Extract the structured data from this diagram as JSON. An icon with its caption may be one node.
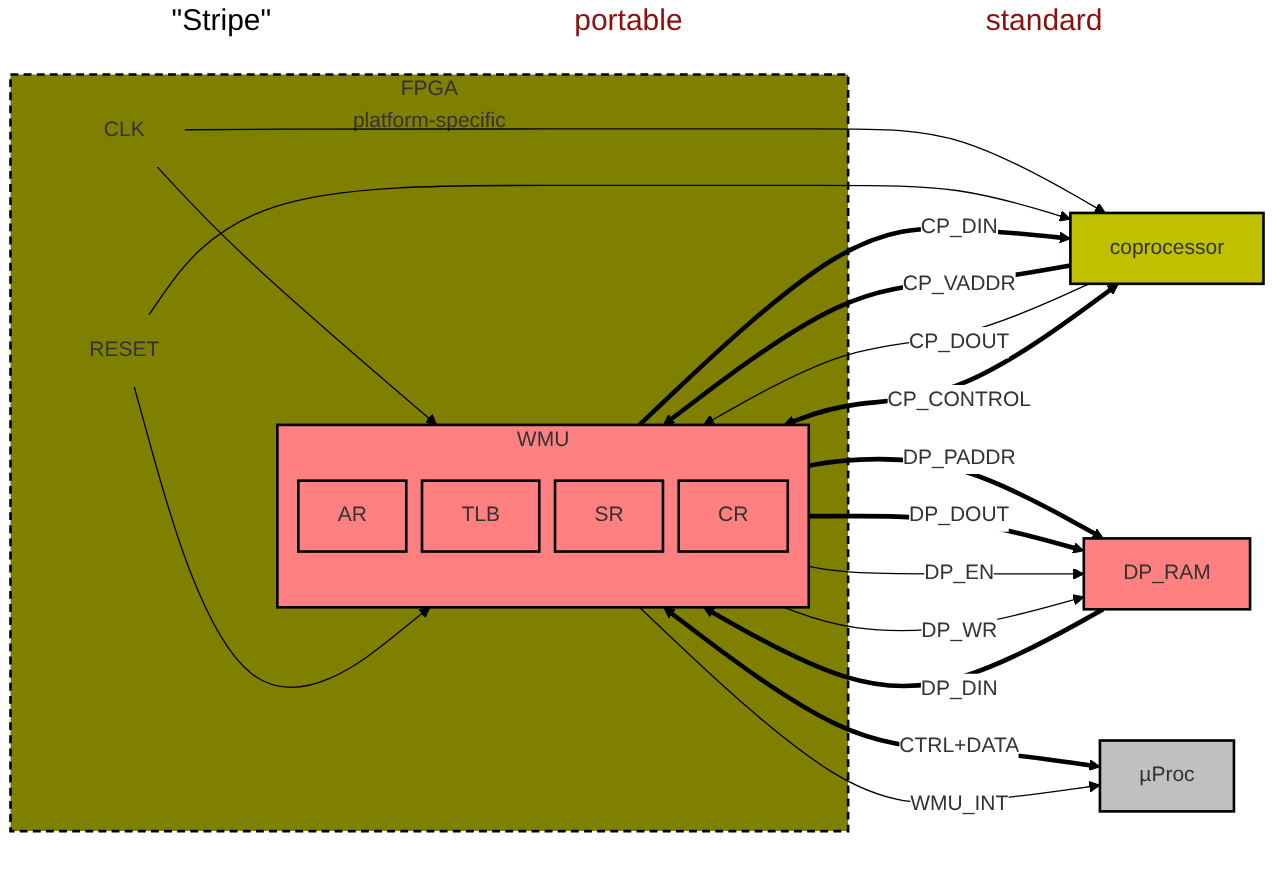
{
  "diagram": {
    "nodes": [
      {
        "text": [
          "FPGA",
          "platform-specific"
        ]
      },
      {
        "text": [
          "coprocessor"
        ]
      },
      {
        "text": [
          "WMU"
        ],
        "in": 0
      },
      {
        "text": [
          "AR"
        ],
        "in": 2
      },
      {
        "text": [
          "TLB"
        ],
        "in": 2
      },
      {
        "text": [
          "SR"
        ],
        "in": 2
      },
      {
        "text": [
          "CR"
        ],
        "in": 2
      },
      {
        "text": [
          "DP_RAM"
        ]
      },
      {
        "text": [
          "µProc"
        ]
      },
      {
        "text": [
          "CLK"
        ],
        "in": 0
      },
      {
        "text": [
          "RESET"
        ],
        "in": 0
      }
    ],
    "edges": [
      {
        "from": 1,
        "to": 2,
        "arrow": "to",
        "label": "CP_VADDR",
        "style": "thick"
      },
      {
        "from": 2,
        "to": 1,
        "arrow": "to",
        "label": "CP_DIN",
        "style": "thick"
      },
      {
        "from": 1,
        "to": 2,
        "arrow": "to",
        "label": "CP_DOUT"
      },
      {
        "from": 1,
        "to": 2,
        "arrow": "both",
        "label": "CP_CONTROL",
        "style": "thick"
      },
      {
        "from": 2,
        "to": 7,
        "arrow": "to",
        "label": "DP_PADDR",
        "style": "thick"
      },
      {
        "from": 7,
        "to": 2,
        "arrow": "to",
        "label": "DP_DIN",
        "style": "thick"
      },
      {
        "from": 2,
        "to": 7,
        "arrow": "to",
        "label": "DP_DOUT",
        "style": "thick"
      },
      {
        "from": 2,
        "to": 7,
        "arrow": "to",
        "label": "DP_EN"
      },
      {
        "from": 2,
        "to": 7,
        "arrow": "to",
        "label": "DP_WR"
      },
      {
        "from": 2,
        "to": 8,
        "arrow": "both",
        "label": "CTRL+DATA",
        "style": "thick"
      },
      {
        "from": 2,
        "to": 8,
        "arrow": "to",
        "label": "WMU_INT"
      },
      {
        "from": 9,
        "to": 2,
        "arrow": "to"
      },
      {
        "from": 9,
        "to": 1,
        "arrow": "to"
      },
      {
        "from": 10,
        "to": 2,
        "arrow": "to"
      },
      {
        "from": 10,
        "to": 1,
        "arrow": "to"
      }
    ],
    "labels": [
      "\"Stripe\"",
      "portable",
      "standard"
    ]
  }
}
